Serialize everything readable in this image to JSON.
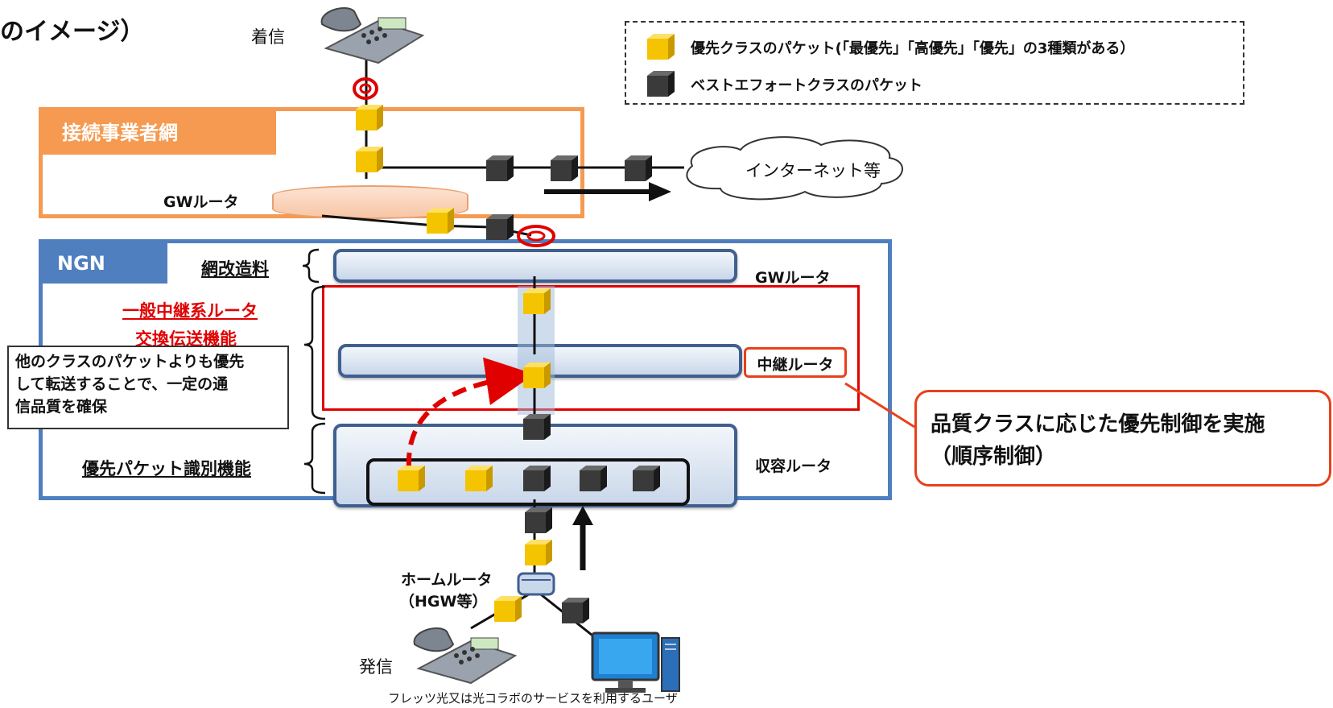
{
  "title_fragment": "のイメージ）",
  "labels": {
    "incoming": "着信",
    "outgoing": "発信",
    "internet": "インターネット等",
    "gw_router_top": "GWルータ",
    "gw_router_ngn": "GWルータ",
    "relay_router": "中継ルータ",
    "access_router": "収容ルータ",
    "home_router_line1": "ホームルータ",
    "home_router_line2": "（HGW等）",
    "caption": "フレッツ光又は光コラボのサービスを利用するユーザ"
  },
  "networks": {
    "carrier": "接続事業者網",
    "ngn": "NGN"
  },
  "functions": {
    "network_fee": "網改造料",
    "relay_line1": "一般中継系ルータ",
    "relay_line2": "交換伝送機能",
    "priority_id": "優先パケット識別機能"
  },
  "note": {
    "line1": "他のクラスのパケットよりも優先",
    "line2": "して転送することで、一定の通",
    "line3": "信品質を確保"
  },
  "callout": {
    "line1": "品質クラスに応じた優先制御を実施",
    "line2": "（順序制御）"
  },
  "legend": {
    "priority": "優先クラスのパケット(「最優先」「高優先」「優先」の3種類がある）",
    "best_effort": "ベストエフォートクラスのパケット"
  },
  "colors": {
    "priority_packet": "#f5c400",
    "best_effort_packet": "#3a3a3a",
    "carrier_border": "#f59a50",
    "ngn_border": "#4f7fbf",
    "highlight_red": "#e00000",
    "callout_border": "#e8401c"
  },
  "icons": [
    "telephone-icon",
    "computer-icon",
    "cloud-icon",
    "packet-cube-icon",
    "interconnect-ring-icon",
    "brace-icon"
  ]
}
